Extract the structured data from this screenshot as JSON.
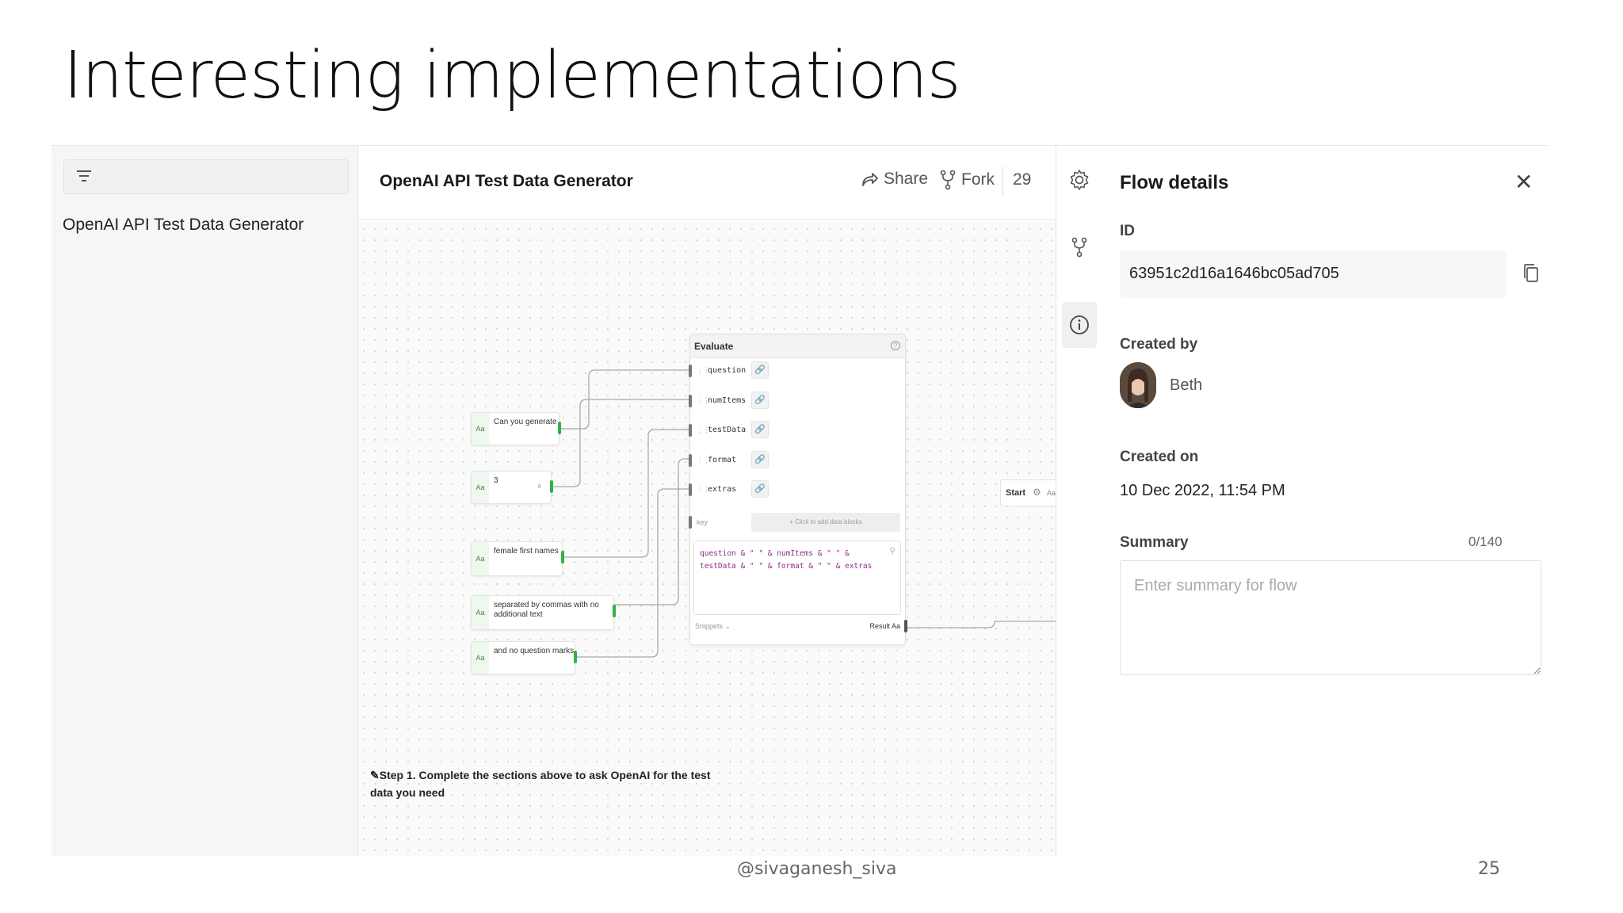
{
  "slide": {
    "title": "Interesting implementations",
    "footer": "@sivaganesh_siva",
    "page_number": "25"
  },
  "sidebar": {
    "items": [
      {
        "label": "OpenAI API Test Data Generator"
      }
    ]
  },
  "header": {
    "flow_title": "OpenAI API Test Data Generator",
    "share_label": "Share",
    "fork_label": "Fork",
    "fork_count": "29"
  },
  "canvas": {
    "text_nodes": [
      {
        "badge": "Aa",
        "text": "Can you generate"
      },
      {
        "badge": "Aa",
        "text": "3",
        "hint": "#"
      },
      {
        "badge": "Aa",
        "text": "female first names"
      },
      {
        "badge": "Aa",
        "text": "separated by commas with no additional text"
      },
      {
        "badge": "Aa",
        "text": "and no question marks"
      }
    ],
    "evaluate": {
      "title": "Evaluate",
      "params": [
        {
          "name": "question"
        },
        {
          "name": "numItems"
        },
        {
          "name": "testData"
        },
        {
          "name": "format"
        },
        {
          "name": "extras"
        }
      ],
      "key_label": "key",
      "add_blocks": "+ Click to add data blocks",
      "code_line1": "question & \" \" & numItems & \" \" &",
      "code_line2": "testData & \" \" & format & \" \" & extras",
      "snippets": "Snippets",
      "result": "Result Aa"
    },
    "start_node": {
      "label": "Start",
      "badge": "Aa"
    },
    "step_note": "Step 1. Complete the sections above to ask OpenAI for the test data you need"
  },
  "details": {
    "title": "Flow details",
    "id_label": "ID",
    "id_value": "63951c2d16a1646bc05ad705",
    "created_by_label": "Created by",
    "creator": "Beth",
    "created_on_label": "Created on",
    "created_on": "10 Dec 2022, 11:54 PM",
    "summary_label": "Summary",
    "summary_count": "0/140",
    "summary_placeholder": "Enter summary for flow"
  },
  "icons": {
    "filter": "filter-icon",
    "share": "share-icon",
    "fork": "fork-icon",
    "settings": "gear-icon",
    "branch": "branch-icon",
    "info": "info-icon",
    "close": "close-icon",
    "copy": "copy-icon"
  },
  "colors": {
    "accent_green": "#2fb24a",
    "code_purple": "#8a2f8a"
  }
}
